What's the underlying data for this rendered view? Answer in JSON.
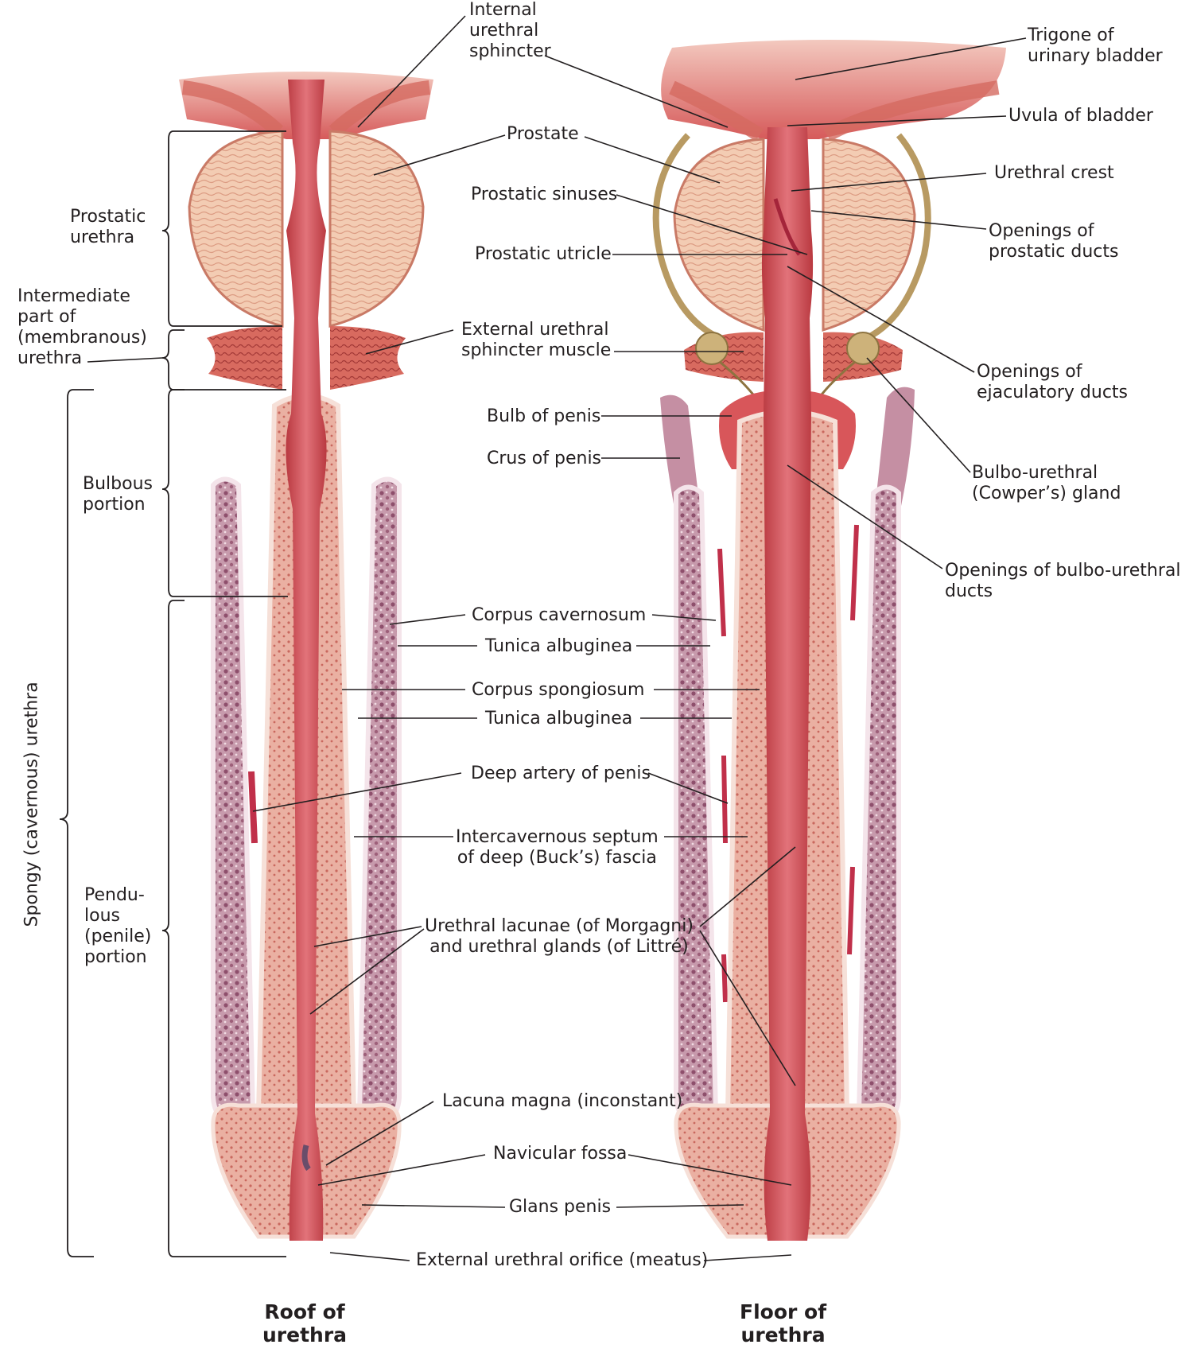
{
  "labels": {
    "internal_urethral_sphincter": [
      "Internal",
      "urethral",
      "sphincter"
    ],
    "trigone": [
      "Trigone of",
      "urinary bladder"
    ],
    "uvula": "Uvula of bladder",
    "prostate": "Prostate",
    "urethral_crest": "Urethral crest",
    "prostatic_sinuses": "Prostatic sinuses",
    "openings_prostatic_ducts": [
      "Openings of",
      "prostatic ducts"
    ],
    "prostatic_utricle": "Prostatic utricle",
    "external_urethral_sphincter": [
      "External urethral",
      "sphincter muscle"
    ],
    "openings_ejaculatory_ducts": [
      "Openings of",
      "ejaculatory ducts"
    ],
    "bulb_of_penis": "Bulb of penis",
    "crus_of_penis": "Crus of penis",
    "bulbourethral_gland": [
      "Bulbo-urethral",
      "(Cowper’s) gland"
    ],
    "openings_bulbourethral_ducts": [
      "Openings of bulbo-urethral",
      "ducts"
    ],
    "corpus_cavernosum": "Corpus cavernosum",
    "tunica_albuginea_1": "Tunica albuginea",
    "corpus_spongiosum": "Corpus spongiosum",
    "tunica_albuginea_2": "Tunica albuginea",
    "deep_artery": "Deep artery of penis",
    "intercavernous_septum": [
      "Intercavernous septum",
      "of deep (Buck’s) fascia"
    ],
    "urethral_lacunae": [
      "Urethral lacunae (of Morgagni)",
      "and urethral glands (of Littré)"
    ],
    "lacuna_magna": "Lacuna magna (inconstant)",
    "navicular_fossa": "Navicular fossa",
    "glans_penis": "Glans penis",
    "external_urethral_orifice": "External urethral orifice (meatus)"
  },
  "left_regions": {
    "prostatic_urethra": [
      "Prostatic",
      "urethra"
    ],
    "intermediate_part": [
      "Intermediate",
      "part of",
      "(membranous)",
      "urethra"
    ],
    "bulbous_portion": [
      "Bulbous",
      "portion"
    ],
    "pendulous_portion": [
      "Pendu-",
      "lous",
      "(penile)",
      "portion"
    ],
    "spongy_urethra": "Spongy (cavernous) urethra"
  },
  "captions": {
    "roof": [
      "Roof of",
      "urethra"
    ],
    "floor": [
      "Floor of",
      "urethra"
    ]
  },
  "colors": {
    "mucosa": "#c9484e",
    "mucosa_light": "#e0767a",
    "prostate": "#f2c6ac",
    "prostate_edge": "#c97a66",
    "muscle": "#d05a52",
    "cavernosum": "#b9889b",
    "spongiosum": "#e9a79b",
    "tunica": "#f8e7e0",
    "capsule": "#b89a62",
    "gland": "#cdb27a",
    "crus": "#c58fa3"
  }
}
